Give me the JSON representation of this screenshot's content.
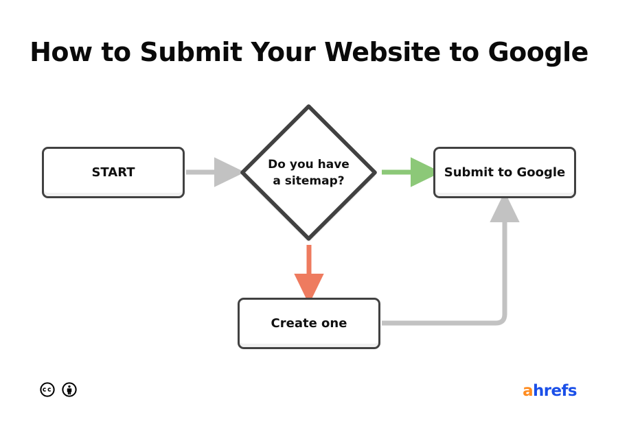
{
  "page": {
    "title": "How to Submit Your Website to Google",
    "background_color": "#ffffff"
  },
  "colors": {
    "node_border": "#414141",
    "node_fill": "#ffffff",
    "text": "#101010",
    "connector_gray": "#c2c2c2",
    "connector_green": "#8CC878",
    "connector_red": "#EE7B5F",
    "brand_orange": "#FF8C20",
    "brand_blue": "#1A4FE8"
  },
  "flowchart": {
    "type": "flowchart",
    "nodes": [
      {
        "id": "start",
        "shape": "rounded-rect",
        "label": "START"
      },
      {
        "id": "decision",
        "shape": "diamond",
        "label": "Do you have\na sitemap?"
      },
      {
        "id": "submit",
        "shape": "rounded-rect",
        "label": "Submit to Google"
      },
      {
        "id": "create-one",
        "shape": "rounded-rect",
        "label": "Create one"
      }
    ],
    "edges": [
      {
        "from": "start",
        "to": "decision",
        "color": "#c2c2c2",
        "label": ""
      },
      {
        "from": "decision",
        "to": "submit",
        "color": "#8CC878",
        "label": ""
      },
      {
        "from": "decision",
        "to": "create-one",
        "color": "#EE7B5F",
        "label": ""
      },
      {
        "from": "create-one",
        "to": "submit",
        "color": "#c2c2c2",
        "label": ""
      }
    ]
  },
  "footer": {
    "license_icons": [
      "creative-commons-icon",
      "creative-commons-by-icon"
    ],
    "brand": {
      "first_letter": "a",
      "rest": "hrefs"
    }
  }
}
